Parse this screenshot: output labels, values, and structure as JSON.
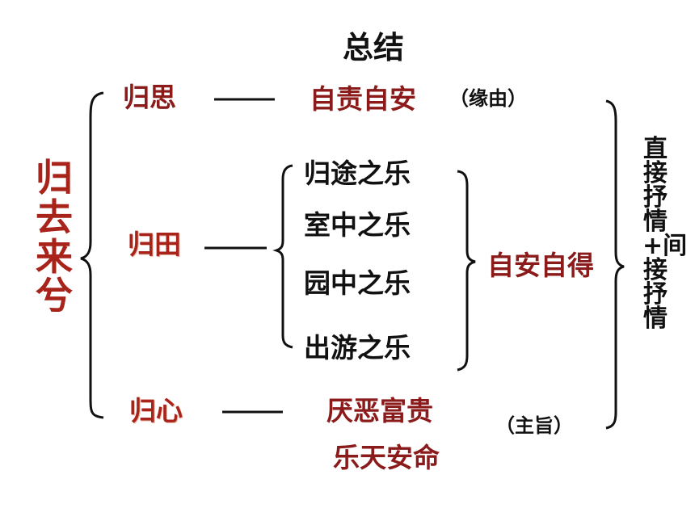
{
  "title": "总结",
  "root": "归去来兮",
  "branches": [
    {
      "label": "归思",
      "result": "自责自安",
      "note": "（缘由）"
    },
    {
      "label": "归田",
      "items": [
        "归途之乐",
        "室中之乐",
        "园中之乐",
        "出游之乐"
      ],
      "result": "自安自得"
    },
    {
      "label": "归心",
      "result_line1": "厌恶富贵",
      "result_line2": "乐天安命",
      "note": "（主旨）"
    }
  ],
  "summary": "直接抒情+间接抒情",
  "colors": {
    "dark_red": "#8b1a1a",
    "red": "#a8231a",
    "black": "#111111"
  }
}
